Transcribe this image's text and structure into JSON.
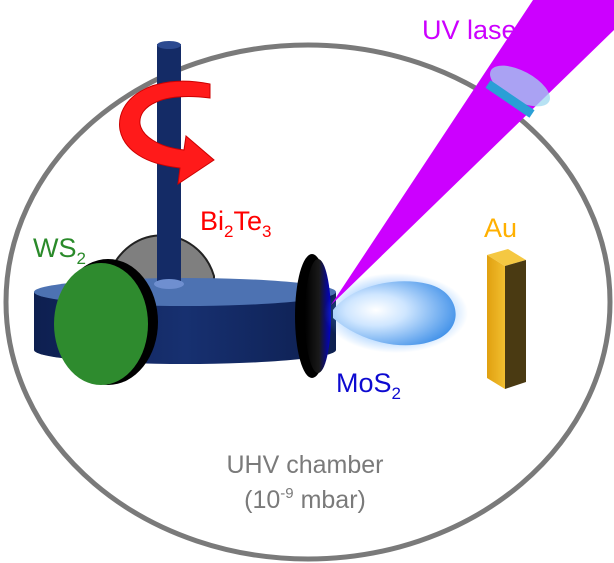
{
  "labels": {
    "laser": "UV laser",
    "bi": "Bi",
    "bi_sub": "2",
    "te": "Te",
    "te_sub": "3",
    "ws": "WS",
    "ws_sub": "2",
    "au": "Au",
    "mos": "MoS",
    "mos_sub": "2",
    "chamber_line1": "UHV chamber",
    "chamber_line2_open": "(10",
    "chamber_exp": "-9",
    "chamber_line2_close": " mbar)"
  },
  "colors": {
    "laser": "#cc00ff",
    "laser_window": "#9fd8ef",
    "laser_window_ring": "#2a9fd6",
    "bi2te3": "#ff0000",
    "ws2": "#2a8a2a",
    "mos2": "#0d0ad0",
    "au": "#e4aa14",
    "au_label": "#ffb000",
    "chamber": "#7a7a7a",
    "carousel": "#10245a",
    "plume": "#3e8fe8",
    "rotation_arrow": "#ff0000"
  }
}
